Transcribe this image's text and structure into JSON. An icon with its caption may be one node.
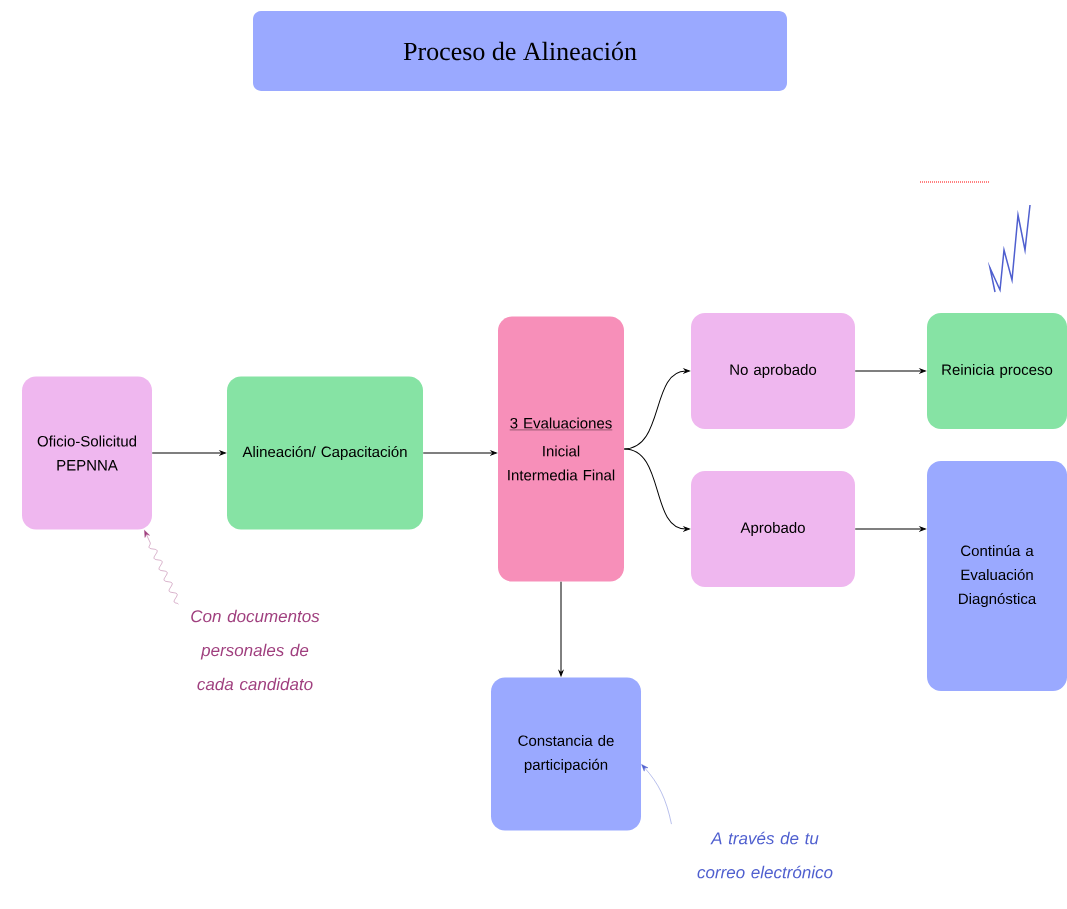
{
  "diagram": {
    "title": "Proceso de Alineación",
    "nodes": [
      {
        "text": [
          "Oficio-Solicitud PEPNNA"
        ]
      },
      {
        "text": [
          "Alineación/ Capacitación"
        ]
      },
      {
        "text": [
          "3 Evaluaciones",
          "Inicial Intermedia Final"
        ]
      },
      {
        "text": [
          "No aprobado"
        ]
      },
      {
        "text": [
          "Reinicia proceso"
        ]
      },
      {
        "text": [
          "Aprobado"
        ]
      },
      {
        "text": [
          "Continúa a Evaluación Diagnóstica"
        ]
      },
      {
        "text": [
          "Constancia de participación"
        ]
      },
      {
        "text": [
          "Con documentos personales de cada candidato"
        ]
      },
      {
        "text": [
          "A través de tu correo electrónico"
        ]
      }
    ],
    "edges": [
      {
        "from": 0,
        "to": 1,
        "arrow": "to"
      },
      {
        "from": 1,
        "to": 2,
        "arrow": "to"
      },
      {
        "from": 2,
        "to": 3,
        "arrow": "to"
      },
      {
        "from": 2,
        "to": 5,
        "arrow": "to"
      },
      {
        "from": 3,
        "to": 4,
        "arrow": "to"
      },
      {
        "from": 5,
        "to": 6,
        "arrow": "to"
      },
      {
        "from": 2,
        "to": 7,
        "arrow": "to"
      },
      {
        "from": 8,
        "to": 0,
        "arrow": "to",
        "color": "#a0407f"
      },
      {
        "from": 9,
        "to": 7,
        "arrow": "to",
        "color": "#4f5fcf"
      }
    ]
  }
}
